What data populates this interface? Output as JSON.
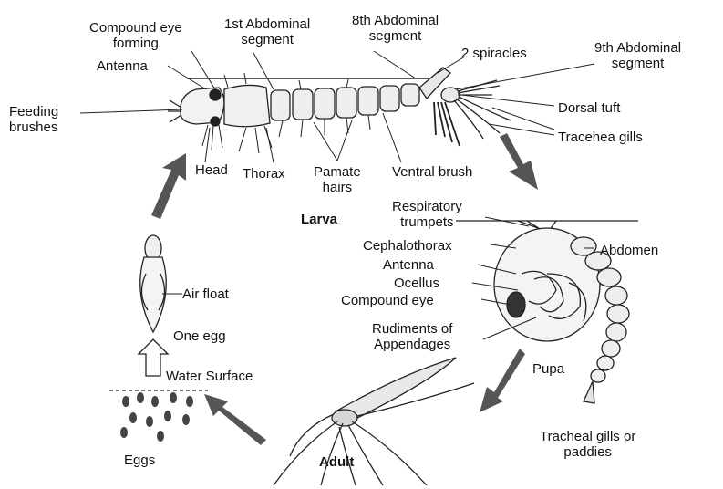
{
  "diagram": {
    "larva": {
      "stage_label": "Larva",
      "parts": {
        "compound_eye_forming": "Compound eye\nforming",
        "antenna": "Antenna",
        "feeding_brushes": "Feeding\nbrushes",
        "first_abdominal_segment": "1st Abdominal\nsegment",
        "eighth_abdominal_segment": "8th Abdominal\nsegment",
        "two_spiracles": "2 spiracles",
        "ninth_abdominal_segment": "9th Abdominal\nsegment",
        "dorsal_tuft": "Dorsal tuft",
        "tracheal_gills": "Tracehea gills",
        "head": "Head",
        "thorax": "Thorax",
        "palmate_hairs": "Pamate\nhairs",
        "ventral_brush": "Ventral brush"
      }
    },
    "pupa": {
      "stage_label": "Pupa",
      "parts": {
        "respiratory_trumpets": "Respiratory\ntrumpets",
        "cephalothorax": "Cephalothorax",
        "antenna": "Antenna",
        "ocellus": "Ocellus",
        "compound_eye": "Compound eye",
        "rudiments": "Rudiments of\nAppendages",
        "abdomen": "Abdomen",
        "tracheal_gills_paddles": "Tracheal gills or\npaddies"
      }
    },
    "egg": {
      "air_float": "Air float",
      "one_egg": "One egg",
      "water_surface": "Water Surface",
      "eggs": "Eggs"
    },
    "adult": {
      "stage_label": "Adult"
    }
  }
}
